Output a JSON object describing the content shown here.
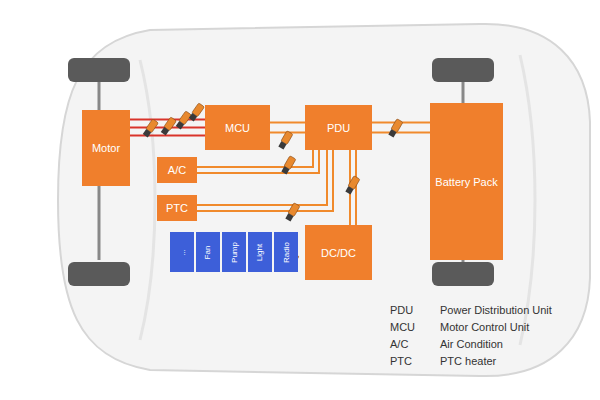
{
  "diagram": {
    "nodes": [
      {
        "text": [
          "Motor"
        ]
      },
      {
        "text": [
          "MCU"
        ]
      },
      {
        "text": [
          "PDU"
        ]
      },
      {
        "text": [
          "A/C"
        ]
      },
      {
        "text": [
          "PTC"
        ]
      },
      {
        "text": [
          "..."
        ]
      },
      {
        "text": [
          "Fan"
        ]
      },
      {
        "text": [
          "Pump"
        ]
      },
      {
        "text": [
          "Light"
        ]
      },
      {
        "text": [
          "Radio"
        ]
      },
      {
        "text": [
          "DC/DC"
        ]
      },
      {
        "text": [
          "Battery Pack"
        ]
      }
    ],
    "edges": [
      {
        "from": 0,
        "to": 1,
        "arrow": "none"
      },
      {
        "from": 1,
        "to": 2,
        "arrow": "none"
      },
      {
        "from": 2,
        "to": 11,
        "arrow": "none"
      },
      {
        "from": 2,
        "to": 3,
        "arrow": "none"
      },
      {
        "from": 2,
        "to": 4,
        "arrow": "none"
      },
      {
        "from": 2,
        "to": 10,
        "arrow": "none"
      }
    ],
    "labels": [
      "PDU",
      "Power Distribution Unit",
      "MCU",
      "Motor Control Unit",
      "A/C",
      "Air Condition",
      "PTC",
      "PTC heater"
    ]
  }
}
